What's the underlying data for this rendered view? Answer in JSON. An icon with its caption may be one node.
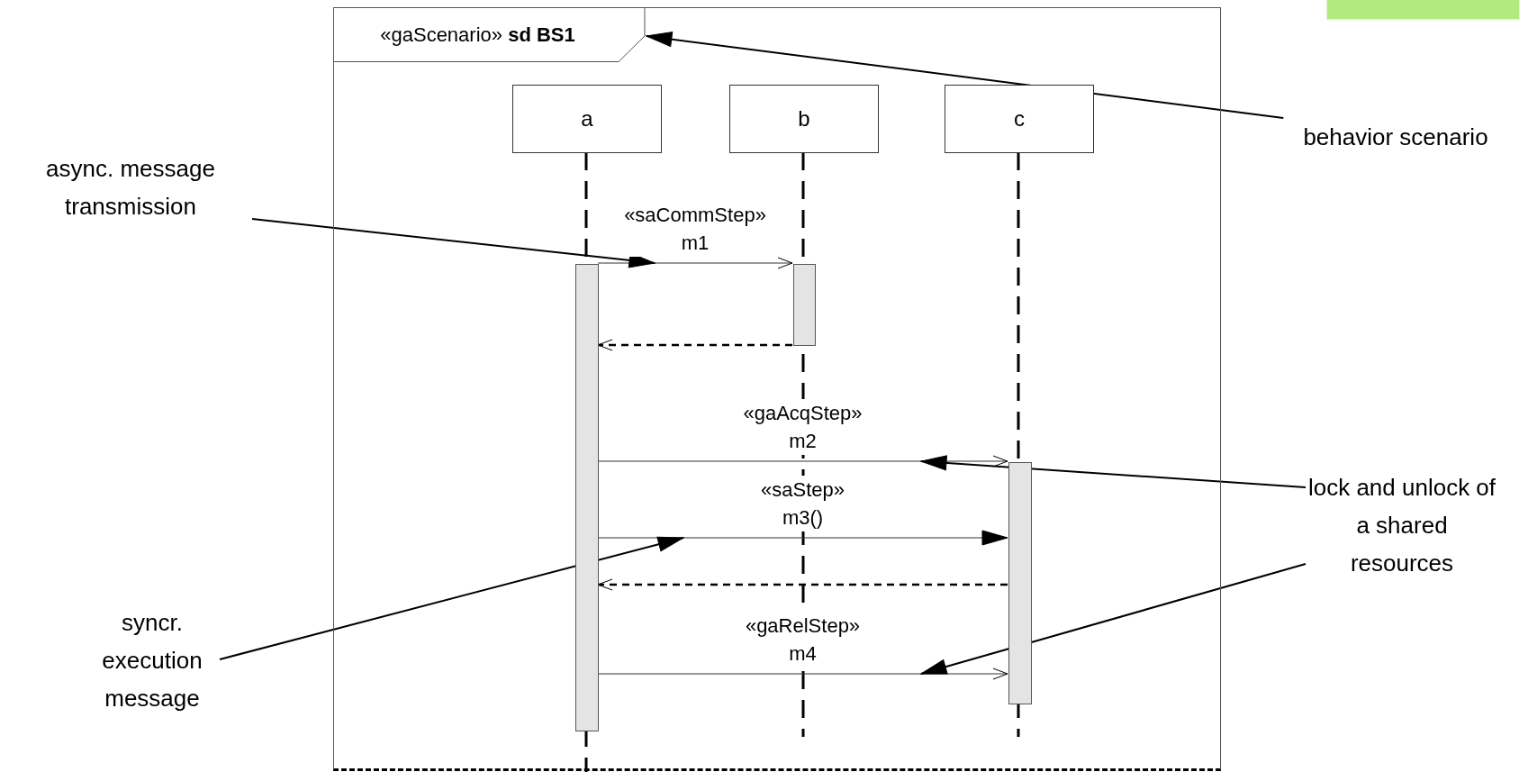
{
  "diagram": {
    "nodes": [
      {
        "text": [
          "«gaScenario» **sd BS1**"
        ]
      },
      {
        "text": [
          "a"
        ],
        "in": 0
      },
      {
        "text": [
          "b"
        ],
        "in": 0
      },
      {
        "text": [
          "c"
        ],
        "in": 0
      },
      {
        "text": [],
        "shape": "bar",
        "in": 0
      },
      {
        "text": [],
        "shape": "bar",
        "in": 0
      },
      {
        "text": [],
        "shape": "bar",
        "in": 0
      },
      {
        "text": [
          "behavior scenario"
        ]
      },
      {
        "text": [
          "async. message transmission"
        ]
      },
      {
        "text": [
          "lock and unlock of a shared resources"
        ]
      },
      {
        "text": [
          "syncr. execution message"
        ]
      },
      {
        "text": [],
        "shape": "box"
      }
    ],
    "edges": [
      {
        "from": 4,
        "to": 5,
        "arrow": "to",
        "label": "«saCommStep» m1"
      },
      {
        "from": 5,
        "to": 4,
        "arrow": "to",
        "style": "dashed"
      },
      {
        "from": 4,
        "to": 6,
        "arrow": "to",
        "label": "«gaAcqStep» m2"
      },
      {
        "from": 4,
        "to": 6,
        "arrow": "to",
        "label": "«saStep» m3()"
      },
      {
        "from": 6,
        "to": 4,
        "arrow": "to",
        "style": "dashed"
      },
      {
        "from": 4,
        "to": 6,
        "arrow": "to",
        "label": "«gaRelStep» m4"
      },
      {
        "from": 7,
        "to": 0,
        "arrow": "to"
      },
      {
        "from": 8,
        "to": null,
        "arrow": "to"
      },
      {
        "from": 9,
        "to": null,
        "arrow": "to"
      },
      {
        "from": 9,
        "to": null,
        "arrow": "to"
      },
      {
        "from": 10,
        "to": null,
        "arrow": "to"
      }
    ]
  }
}
